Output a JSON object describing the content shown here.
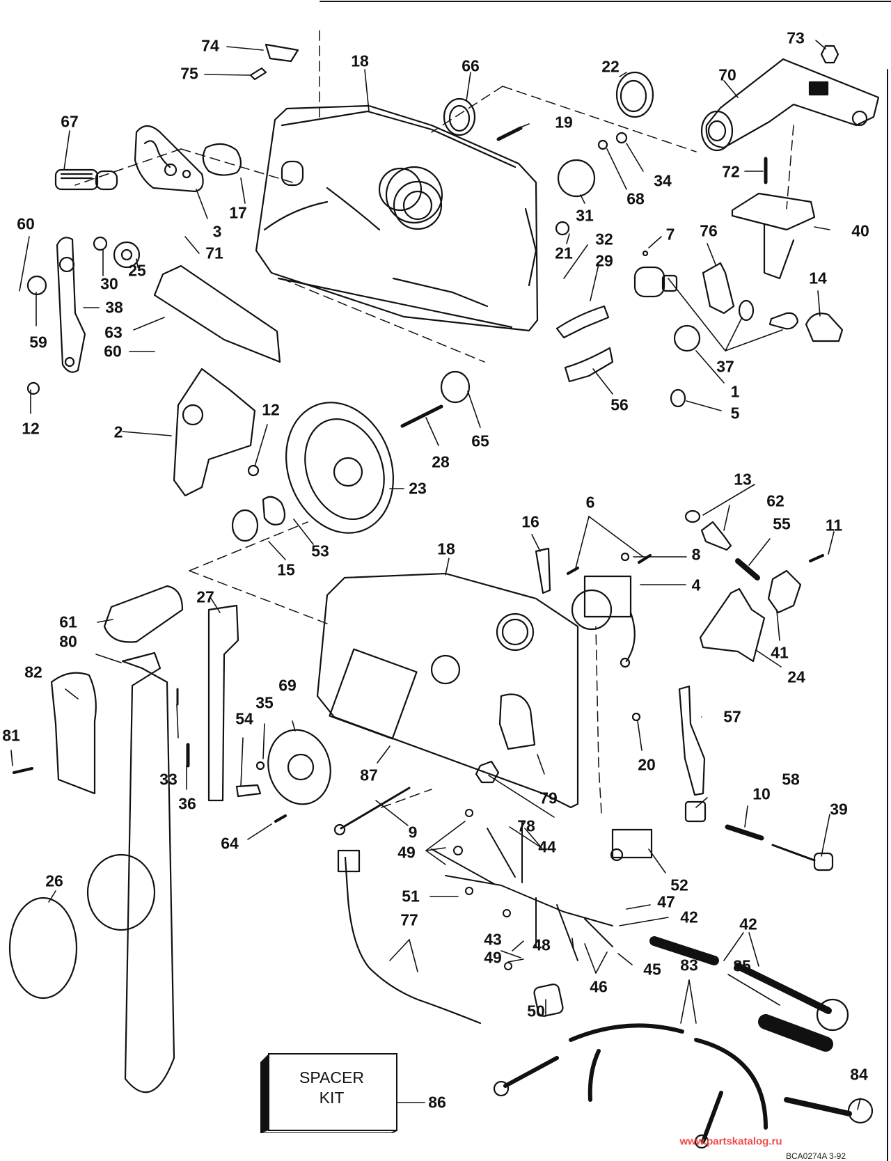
{
  "diagram": {
    "title": "Remote control box exploded parts diagram",
    "callouts": [
      {
        "id": "74",
        "label": "74"
      },
      {
        "id": "75",
        "label": "75"
      },
      {
        "id": "18a",
        "label": "18"
      },
      {
        "id": "66",
        "label": "66"
      },
      {
        "id": "22",
        "label": "22"
      },
      {
        "id": "73",
        "label": "73"
      },
      {
        "id": "70",
        "label": "70"
      },
      {
        "id": "67",
        "label": "67"
      },
      {
        "id": "19",
        "label": "19"
      },
      {
        "id": "34",
        "label": "34"
      },
      {
        "id": "68",
        "label": "68"
      },
      {
        "id": "72",
        "label": "72"
      },
      {
        "id": "31",
        "label": "31"
      },
      {
        "id": "17",
        "label": "17"
      },
      {
        "id": "3",
        "label": "3"
      },
      {
        "id": "60a",
        "label": "60"
      },
      {
        "id": "25",
        "label": "25"
      },
      {
        "id": "30",
        "label": "30"
      },
      {
        "id": "71",
        "label": "71"
      },
      {
        "id": "21",
        "label": "21"
      },
      {
        "id": "32",
        "label": "32"
      },
      {
        "id": "29",
        "label": "29"
      },
      {
        "id": "7",
        "label": "7"
      },
      {
        "id": "76",
        "label": "76"
      },
      {
        "id": "40",
        "label": "40"
      },
      {
        "id": "14",
        "label": "14"
      },
      {
        "id": "38",
        "label": "38"
      },
      {
        "id": "59",
        "label": "59"
      },
      {
        "id": "63",
        "label": "63"
      },
      {
        "id": "60b",
        "label": "60"
      },
      {
        "id": "37",
        "label": "37"
      },
      {
        "id": "1",
        "label": "1"
      },
      {
        "id": "5",
        "label": "5"
      },
      {
        "id": "56",
        "label": "56"
      },
      {
        "id": "12a",
        "label": "12"
      },
      {
        "id": "12b",
        "label": "12"
      },
      {
        "id": "2",
        "label": "2"
      },
      {
        "id": "28",
        "label": "28"
      },
      {
        "id": "65",
        "label": "65"
      },
      {
        "id": "23",
        "label": "23"
      },
      {
        "id": "13",
        "label": "13"
      },
      {
        "id": "6",
        "label": "6"
      },
      {
        "id": "62",
        "label": "62"
      },
      {
        "id": "16",
        "label": "16"
      },
      {
        "id": "55",
        "label": "55"
      },
      {
        "id": "11",
        "label": "11"
      },
      {
        "id": "53",
        "label": "53"
      },
      {
        "id": "15",
        "label": "15"
      },
      {
        "id": "18b",
        "label": "18"
      },
      {
        "id": "8",
        "label": "8"
      },
      {
        "id": "4",
        "label": "4"
      },
      {
        "id": "41",
        "label": "41"
      },
      {
        "id": "24",
        "label": "24"
      },
      {
        "id": "61",
        "label": "61"
      },
      {
        "id": "27",
        "label": "27"
      },
      {
        "id": "80",
        "label": "80"
      },
      {
        "id": "82",
        "label": "82"
      },
      {
        "id": "69",
        "label": "69"
      },
      {
        "id": "35",
        "label": "35"
      },
      {
        "id": "54",
        "label": "54"
      },
      {
        "id": "57",
        "label": "57"
      },
      {
        "id": "20",
        "label": "20"
      },
      {
        "id": "81",
        "label": "81"
      },
      {
        "id": "33",
        "label": "33"
      },
      {
        "id": "87",
        "label": "87"
      },
      {
        "id": "36",
        "label": "36"
      },
      {
        "id": "79",
        "label": "79"
      },
      {
        "id": "58",
        "label": "58"
      },
      {
        "id": "10",
        "label": "10"
      },
      {
        "id": "39",
        "label": "39"
      },
      {
        "id": "9",
        "label": "9"
      },
      {
        "id": "78",
        "label": "78"
      },
      {
        "id": "64",
        "label": "64"
      },
      {
        "id": "49a",
        "label": "49"
      },
      {
        "id": "44",
        "label": "44"
      },
      {
        "id": "52",
        "label": "52"
      },
      {
        "id": "26",
        "label": "26"
      },
      {
        "id": "51",
        "label": "51"
      },
      {
        "id": "47",
        "label": "47"
      },
      {
        "id": "42a",
        "label": "42"
      },
      {
        "id": "42b",
        "label": "42"
      },
      {
        "id": "43",
        "label": "43"
      },
      {
        "id": "48",
        "label": "48"
      },
      {
        "id": "49b",
        "label": "49"
      },
      {
        "id": "45",
        "label": "45"
      },
      {
        "id": "77",
        "label": "77"
      },
      {
        "id": "46",
        "label": "46"
      },
      {
        "id": "83",
        "label": "83"
      },
      {
        "id": "85",
        "label": "85"
      },
      {
        "id": "50",
        "label": "50"
      },
      {
        "id": "84",
        "label": "84"
      },
      {
        "id": "86",
        "label": "86"
      }
    ],
    "spacer_kit": {
      "line1": "SPACER",
      "line2": "KIT"
    },
    "watermark": "www.partskatalog.ru",
    "figure_code": "BCA0274A   3-92",
    "colors": {
      "ink": "#111111",
      "watermark": "#f04848",
      "background": "#ffffff"
    }
  }
}
